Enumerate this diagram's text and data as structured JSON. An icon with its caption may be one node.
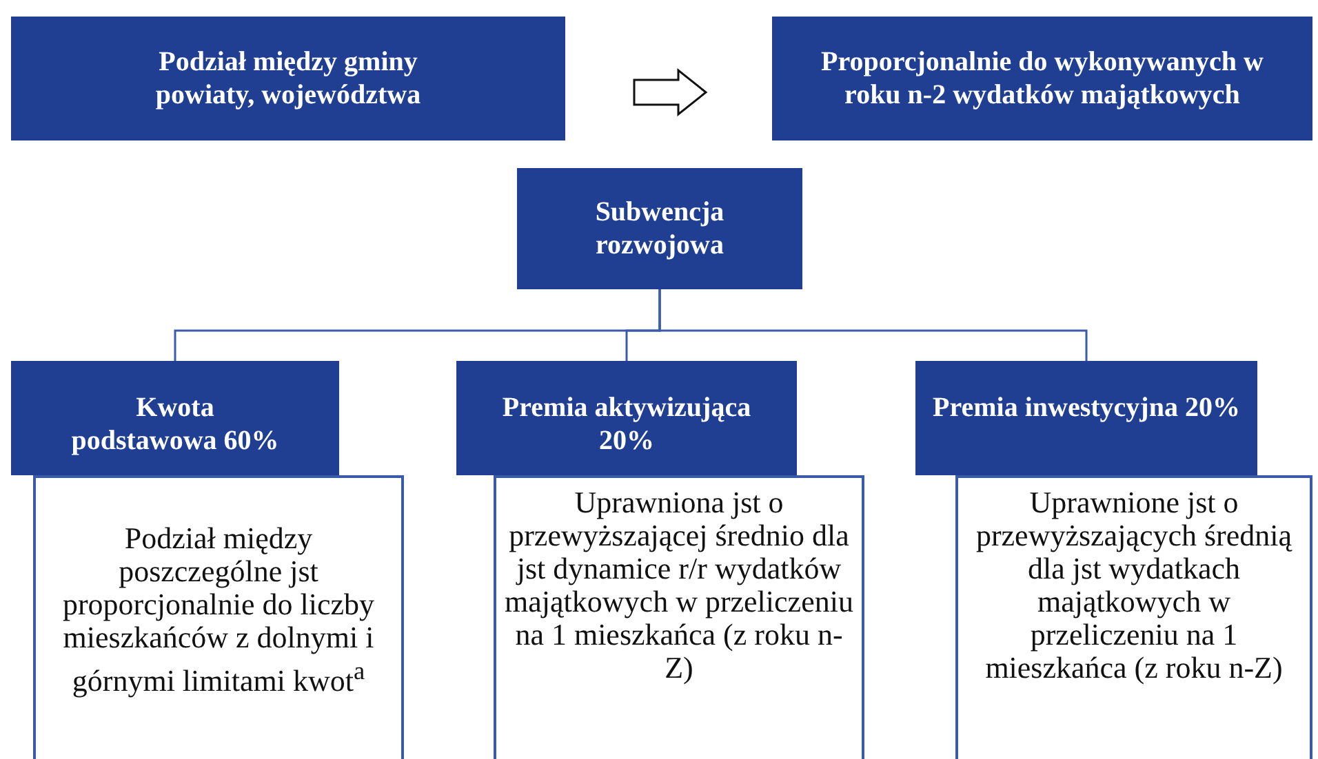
{
  "diagram": {
    "nodes": [
      {
        "text": [
          "Podział między gminy powiaty, województwa"
        ]
      },
      {
        "text": [
          "Proporcjonalnie do wykonywanych w roku n-2 wydatków majątkowych"
        ]
      },
      {
        "text": [
          "Subwencja rozwojowa"
        ]
      },
      {
        "text": [
          "Kwota podstawowa 60%"
        ]
      },
      {
        "text": [
          "Premia aktywizująca 20%"
        ]
      },
      {
        "text": [
          "Premia inwestycyjna 20%"
        ]
      },
      {
        "text": [
          "Podział między poszczególne jst proporcjonalnie do liczby mieszkańców z dolnymi i górnymi limitami kwot$^{a}$"
        ]
      },
      {
        "text": [
          "Uprawniona jst o przewyższającej średnio dla jst dynamice r/r wydatków majątkowych w przeliczeniu na 1 mieszkańca (z roku n-Z)"
        ]
      },
      {
        "text": [
          "Uprawnione jst o przewyższających średnią dla jst wydatkach majątkowych w przeliczeniu na 1 mieszkańca (z roku n-Z)"
        ]
      }
    ],
    "edges": [
      {
        "from": 0,
        "to": 1,
        "arrow": "to"
      },
      {
        "from": 2,
        "to": 3,
        "arrow": "none"
      },
      {
        "from": 2,
        "to": 4,
        "arrow": "none"
      },
      {
        "from": 2,
        "to": 5,
        "arrow": "none"
      }
    ]
  }
}
